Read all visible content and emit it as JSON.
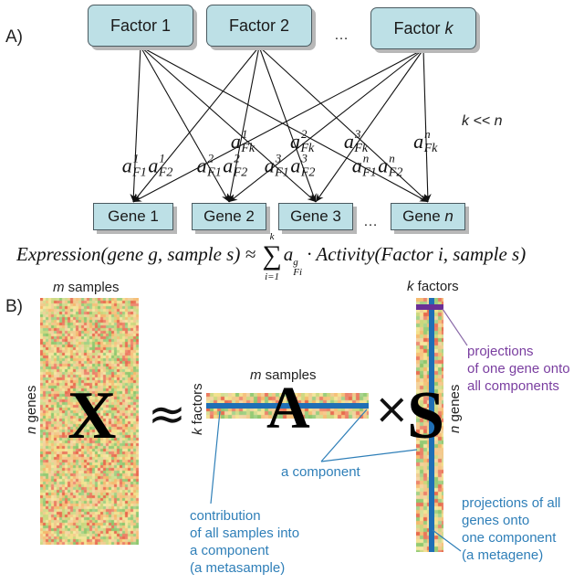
{
  "panel_a": {
    "label": "A)",
    "factors": [
      {
        "id": "factor-1",
        "label": "Factor 1",
        "italic_suffix": ""
      },
      {
        "id": "factor-2",
        "label": "Factor 2",
        "italic_suffix": ""
      },
      {
        "id": "factor-k",
        "label": "Factor ",
        "italic_suffix": "k"
      }
    ],
    "factor_ellipsis": "…",
    "genes": [
      {
        "id": "gene-1",
        "label": "Gene 1",
        "italic_suffix": ""
      },
      {
        "id": "gene-2",
        "label": "Gene 2",
        "italic_suffix": ""
      },
      {
        "id": "gene-3",
        "label": "Gene 3",
        "italic_suffix": ""
      },
      {
        "id": "gene-n",
        "label": "Gene ",
        "italic_suffix": "n"
      }
    ],
    "gene_ellipsis": "…",
    "constraint": "k << n",
    "edges": [
      {
        "from": "factor-1",
        "to": "gene-1",
        "coef_sup": "1",
        "coef_sub": "F1"
      },
      {
        "from": "factor-1",
        "to": "gene-2",
        "coef_sup": "2",
        "coef_sub": "F1"
      },
      {
        "from": "factor-1",
        "to": "gene-3",
        "coef_sup": "3",
        "coef_sub": "F1"
      },
      {
        "from": "factor-1",
        "to": "gene-n",
        "coef_sup": "n",
        "coef_sub": "F1"
      },
      {
        "from": "factor-2",
        "to": "gene-1",
        "coef_sup": "1",
        "coef_sub": "F2"
      },
      {
        "from": "factor-2",
        "to": "gene-2",
        "coef_sup": "2",
        "coef_sub": "F2"
      },
      {
        "from": "factor-2",
        "to": "gene-3",
        "coef_sup": "3",
        "coef_sub": "F2"
      },
      {
        "from": "factor-2",
        "to": "gene-n",
        "coef_sup": "n",
        "coef_sub": "F2"
      },
      {
        "from": "factor-k",
        "to": "gene-1",
        "coef_sup": "1",
        "coef_sub": "Fk"
      },
      {
        "from": "factor-k",
        "to": "gene-2",
        "coef_sup": "2",
        "coef_sub": "Fk"
      },
      {
        "from": "factor-k",
        "to": "gene-3",
        "coef_sup": "3",
        "coef_sub": "Fk"
      },
      {
        "from": "factor-k",
        "to": "gene-n",
        "coef_sup": "n",
        "coef_sub": "Fk"
      }
    ],
    "coef_base": "a",
    "formula": {
      "lhs": "Expression(gene g, sample s) ≈ ",
      "sum_symbol": "∑",
      "sum_upper": "k",
      "sum_lower": "i=1",
      "coef_base": "a",
      "coef_sup": "g",
      "coef_sub": "Fi",
      "rhs": " · Activity(Factor i, sample s)"
    }
  },
  "panel_b": {
    "label": "B)",
    "matrix_x": {
      "letter": "X",
      "top_label_var": "m",
      "top_label": " samples",
      "side_label_var": "n",
      "side_label": " genes"
    },
    "approx_symbol": "≈",
    "matrix_a": {
      "letter": "A",
      "top_label_var": "m",
      "top_label": " samples",
      "side_label_var": "k",
      "side_label": " factors"
    },
    "times_symbol": "×",
    "matrix_s": {
      "letter": "S",
      "top_label_var": "k",
      "top_label": " factors",
      "side_label_var": "n",
      "side_label": " genes"
    },
    "annotations": {
      "gene_projection": "projections\nof one gene onto\nall components",
      "component": "a component",
      "metasample": "contribution\nof all samples into\na component\n(a metasample)",
      "metagene": "projections of all\ngenes onto\none component\n(a metagene)"
    },
    "colors": {
      "component_highlight": "#1f6fb5",
      "gene_highlight": "#6a2f96",
      "annotation_blue": "#2f7fb8",
      "annotation_purple": "#7a3ea0",
      "heatmap_red": "#e8684a",
      "heatmap_yellow": "#f2e08a",
      "heatmap_green": "#8cc66a"
    }
  }
}
